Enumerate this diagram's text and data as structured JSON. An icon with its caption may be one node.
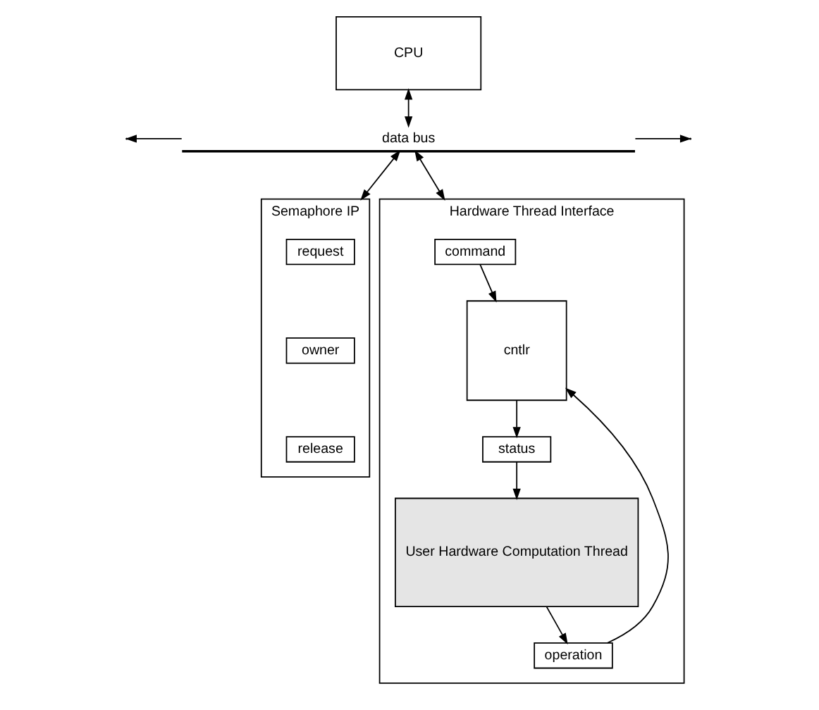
{
  "diagram": {
    "nodes": [
      {
        "text": [
          "CPU"
        ]
      },
      {
        "text": [
          "data bus"
        ]
      },
      {
        "text": [
          "Semaphore IP"
        ]
      },
      {
        "text": [
          "request"
        ],
        "in": 2
      },
      {
        "text": [
          "owner"
        ],
        "in": 2
      },
      {
        "text": [
          "release"
        ],
        "in": 2
      },
      {
        "text": [
          "Hardware Thread Interface"
        ]
      },
      {
        "text": [
          "command"
        ],
        "in": 6
      },
      {
        "text": [
          "cntlr"
        ],
        "in": 6
      },
      {
        "text": [
          "status"
        ],
        "in": 6
      },
      {
        "text": [
          "operation"
        ],
        "in": 6
      },
      {
        "text": [
          "User Hardware Computation Thread"
        ],
        "in": 6
      }
    ],
    "edges": [
      {
        "from": 0,
        "to": 1,
        "arrow": "both"
      },
      {
        "from": 1,
        "to": null,
        "arrow": "to"
      },
      {
        "from": 1,
        "to": null,
        "arrow": "to"
      },
      {
        "from": 1,
        "to": 2,
        "arrow": "both"
      },
      {
        "from": 1,
        "to": 6,
        "arrow": "both"
      },
      {
        "from": 7,
        "to": 8,
        "arrow": "to"
      },
      {
        "from": 8,
        "to": 9,
        "arrow": "to"
      },
      {
        "from": 9,
        "to": 11,
        "arrow": "to"
      },
      {
        "from": 10,
        "to": 8,
        "arrow": "to"
      },
      {
        "from": 11,
        "to": 10,
        "arrow": "to"
      }
    ]
  }
}
